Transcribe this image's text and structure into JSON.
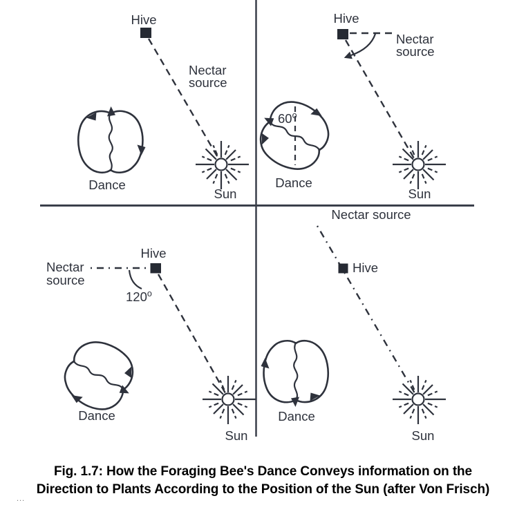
{
  "diagram": {
    "panels": {
      "top_left": {
        "hive": "Hive",
        "nectar_line1": "Nectar",
        "nectar_line2": "source",
        "dance": "Dance",
        "sun": "Sun"
      },
      "top_right": {
        "hive": "Hive",
        "nectar_line1": "Nectar",
        "nectar_line2": "source",
        "dance": "Dance",
        "sun": "Sun",
        "angle_value": "60",
        "angle_unit": "o"
      },
      "bottom_left": {
        "hive": "Hive",
        "nectar_line1": "Nectar",
        "nectar_line2": "source",
        "dance": "Dance",
        "sun": "Sun",
        "angle_value": "120",
        "angle_unit": "o"
      },
      "bottom_right": {
        "hive": "Hive",
        "nectar_source": "Nectar source",
        "dance": "Dance",
        "sun": "Sun"
      }
    },
    "icons": {
      "sun": "sun-burst-icon",
      "hive": "filled-square-marker",
      "dance": "figure-eight-dance-icon"
    },
    "colors": {
      "line": "#2e323c",
      "caption": "#000000"
    }
  },
  "caption": {
    "line1": "Fig. 1.7: How the Foraging Bee's Dance Conveys information on the",
    "line2": "Direction to Plants According to the Position of the Sun (after Von Frisch)"
  },
  "footer_mark": "..."
}
